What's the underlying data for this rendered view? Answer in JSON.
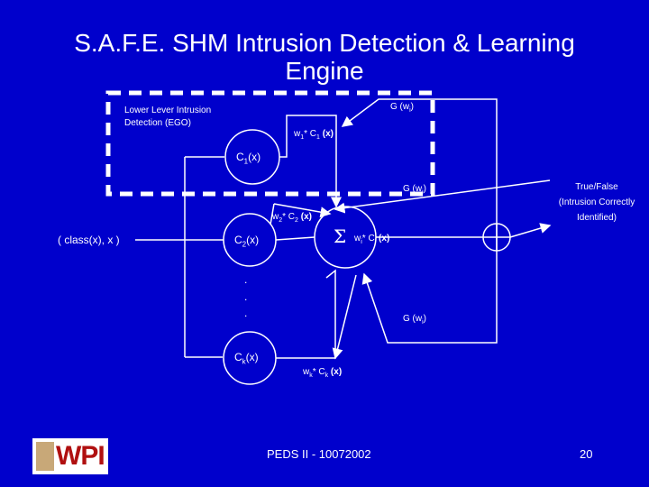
{
  "slide": {
    "title_line1": "S.A.F.E. SHM Intrusion Detection & Learning",
    "title_line2": "Engine",
    "footer_center": "PEDS II - 10072002",
    "page_number": "20",
    "logo_text": "WPI"
  },
  "diagram": {
    "ego_label_line1": "Lower Lever Intrusion",
    "ego_label_line2": "Detection (EGO)",
    "input_label": "( class(x), x )",
    "classifiers": {
      "c1": "C",
      "c1_sub": "1",
      "c1_arg": "(x)",
      "c2": "C",
      "c2_sub": "2",
      "c2_arg": "(x)",
      "ck": "C",
      "ck_sub": "k",
      "ck_arg": "(x)"
    },
    "dots": [
      ".",
      ".",
      "."
    ],
    "weights": {
      "w1_term": "w",
      "w1_sub": "1",
      "w1_rest": "* C",
      "w1_sub2": "1",
      "w1_arg": "(x)",
      "w2_term": "w",
      "w2_sub": "2",
      "w2_rest": "* C",
      "w2_sub2": "2",
      "w2_arg": "(x)",
      "wk_term": "w",
      "wk_sub": "k",
      "wk_rest": "* C",
      "wk_sub2": "k",
      "wk_arg": "(x)"
    },
    "sum_symbol": "Σ",
    "sum_term": "w",
    "sum_sub": "i",
    "sum_rest": "* C",
    "sum_sub2": "i",
    "sum_arg": "(x)",
    "g_top": "G (w",
    "g_top_sub": "i",
    "g_top_close": ")",
    "g_mid": "G (w",
    "g_mid_sub": "i",
    "g_mid_close": ")",
    "g_bot": "G (w",
    "g_bot_sub": "i",
    "g_bot_close": ")",
    "output_line1": "True/False",
    "output_line2": "(Intrusion Correctly",
    "output_line3": "Identified)"
  }
}
